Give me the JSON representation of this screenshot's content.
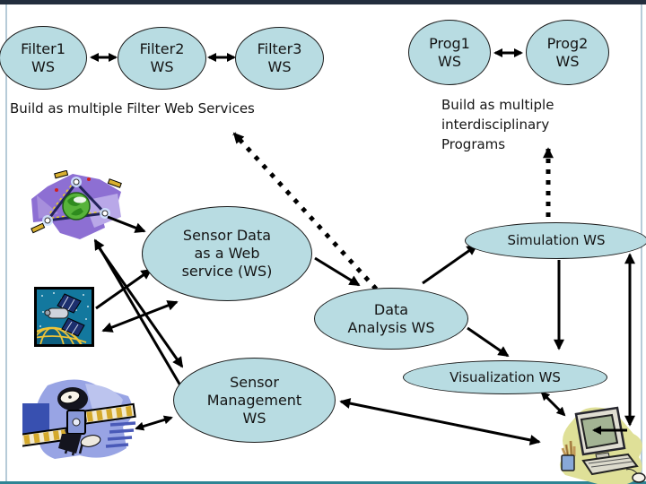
{
  "slide": {
    "background": "#ffffff",
    "top_bar_color": "#232e3e",
    "bottom_bar_color": "#2e8494",
    "side_border_color": "#b6cbd8",
    "node_fill": "#b8dce2",
    "node_border": "#1a1a1a",
    "arrow_color": "#000000"
  },
  "nodes": {
    "filter1": {
      "label": "Filter1\nWS"
    },
    "filter2": {
      "label": "Filter2\nWS"
    },
    "filter3": {
      "label": "Filter3\nWS"
    },
    "prog1": {
      "label": "Prog1\nWS"
    },
    "prog2": {
      "label": "Prog2\nWS"
    },
    "sensor_data": {
      "label": "Sensor Data\nas a Web\nservice (WS)"
    },
    "data_analysis": {
      "label": "Data\nAnalysis WS"
    },
    "simulation": {
      "label": "Simulation WS"
    },
    "visualization": {
      "label": "Visualization WS"
    },
    "sensor_management": {
      "label": "Sensor\nManagement\nWS"
    }
  },
  "captions": {
    "filters": "Build as multiple Filter Web Services",
    "programs": "Build as multiple\ninterdisciplinary\nPrograms"
  },
  "icons": [
    {
      "name": "sensor-network-clipart"
    },
    {
      "name": "satellite-earth-photo-clipart"
    },
    {
      "name": "satellite-clipart"
    },
    {
      "name": "desktop-computer-clipart"
    }
  ]
}
